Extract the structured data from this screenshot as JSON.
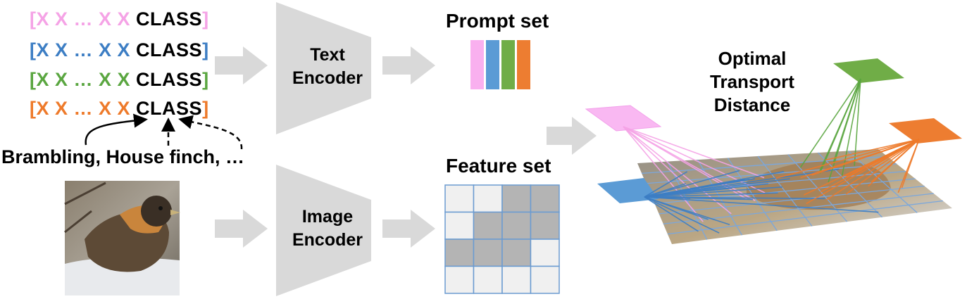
{
  "prompts": [
    {
      "tokens": "[X X … X X ",
      "class_word": "CLASS",
      "close": "]",
      "color": "#f5a3e6"
    },
    {
      "tokens": "[X X … X X ",
      "class_word": "CLASS",
      "close": "]",
      "color": "#3d7ec4"
    },
    {
      "tokens": "[X X … X X ",
      "class_word": "CLASS",
      "close": "]",
      "color": "#5aa640"
    },
    {
      "tokens": "[X X … X X ",
      "class_word": "CLASS",
      "close": "]",
      "color": "#ee7a2a"
    }
  ],
  "class_names": "Brambling, House finch, …",
  "text_encoder": {
    "line1": "Text",
    "line2": "Encoder"
  },
  "image_encoder": {
    "line1": "Image",
    "line2": "Encoder"
  },
  "prompt_set": {
    "title": "Prompt set",
    "colors": [
      "#f9b0ef",
      "#5b9bd5",
      "#70ad47",
      "#ed7d31"
    ]
  },
  "feature_set": {
    "title": "Feature set",
    "grid": [
      [
        0,
        0,
        1,
        1
      ],
      [
        0,
        1,
        1,
        1
      ],
      [
        1,
        1,
        1,
        0
      ],
      [
        0,
        0,
        0,
        0
      ]
    ],
    "light_color": "#f0f0f0",
    "dark_color": "#b4b4b4",
    "line_color": "#6b9bd1"
  },
  "ot": {
    "line1": "Optimal",
    "line2": "Transport",
    "line3": "Distance"
  }
}
